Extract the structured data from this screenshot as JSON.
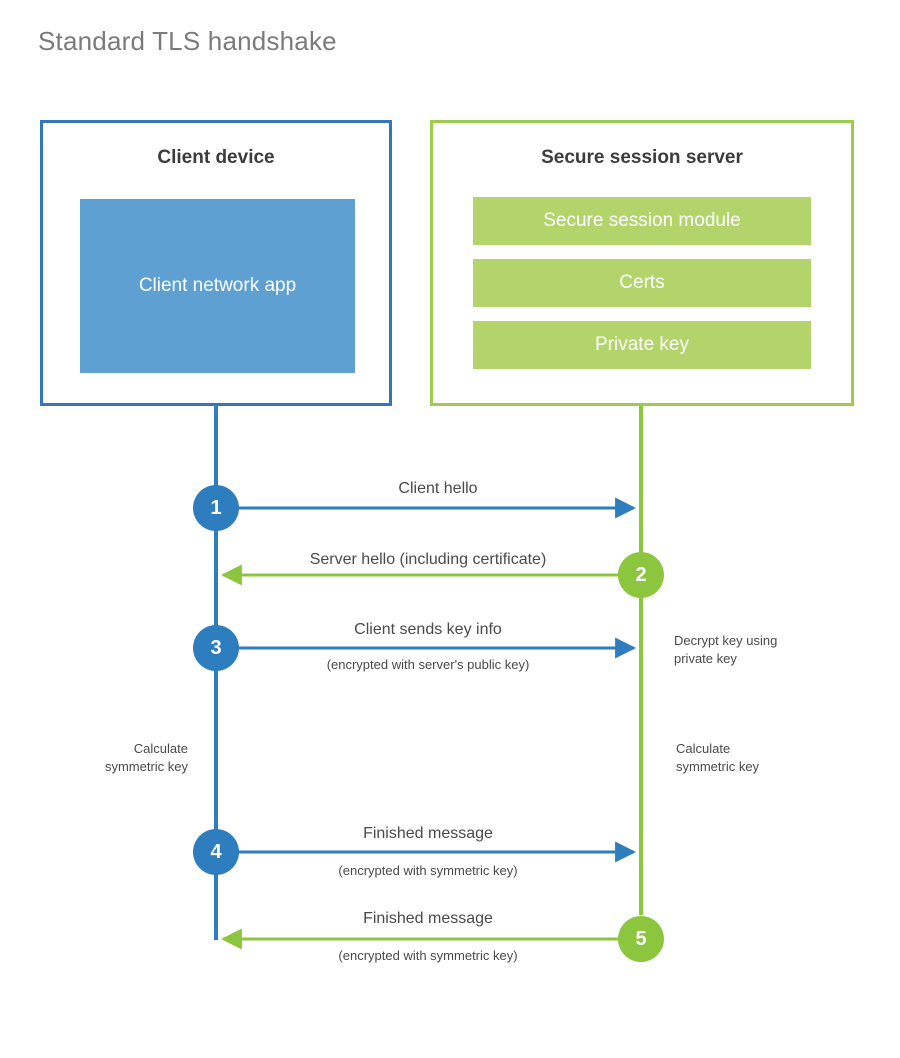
{
  "title": "Standard TLS handshake",
  "colors": {
    "client_border": "#3476b8",
    "client_fill": "#5fa0d2",
    "client_accent": "#2e7dbf",
    "server_border": "#9ccb4e",
    "server_fill": "#b3d46b",
    "server_accent": "#8cc63e",
    "text": "#4a4a4a",
    "title_text": "#7b7b7b",
    "background": "#ffffff"
  },
  "client_panel": {
    "title": "Client device",
    "app_box_label": "Client network app"
  },
  "server_panel": {
    "title": "Secure session server",
    "bars": [
      {
        "label": "Secure session module"
      },
      {
        "label": "Certs"
      },
      {
        "label": "Private key"
      }
    ]
  },
  "steps": [
    {
      "number": "1",
      "label": "Client hello",
      "sublabel": "",
      "direction": "client-to-server",
      "color": "#2e7dbf"
    },
    {
      "number": "2",
      "label": "Server hello (including certificate)",
      "sublabel": "",
      "direction": "server-to-client",
      "color": "#8cc63e"
    },
    {
      "number": "3",
      "label": "Client sends key info",
      "sublabel": "(encrypted with server's public key)",
      "direction": "client-to-server",
      "color": "#2e7dbf"
    },
    {
      "number": "4",
      "label": "Finished message",
      "sublabel": "(encrypted with symmetric key)",
      "direction": "client-to-server",
      "color": "#2e7dbf"
    },
    {
      "number": "5",
      "label": "Finished message",
      "sublabel": "(encrypted with symmetric key)",
      "direction": "server-to-client",
      "color": "#8cc63e"
    }
  ],
  "annotations": {
    "server_decrypt": "Decrypt key using\nprivate key",
    "client_calc": "Calculate\nsymmetric key",
    "server_calc": "Calculate\nsymmetric key"
  }
}
